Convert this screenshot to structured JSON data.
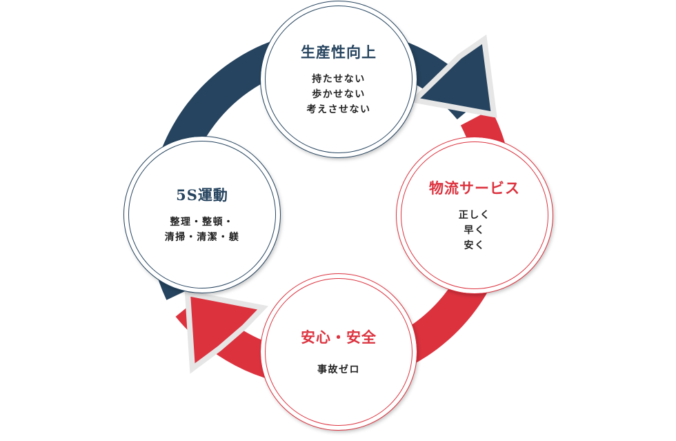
{
  "colors": {
    "navy": "#26445f",
    "red": "#dc323e",
    "arrow_outline": "#e6e6e6"
  },
  "nodes": {
    "productivity": {
      "title": "生産性向上",
      "lines": [
        "持たせない",
        "歩かせない",
        "考えさせない"
      ]
    },
    "logistics": {
      "title": "物流サービス",
      "lines": [
        "正しく",
        "早く",
        "安く"
      ]
    },
    "safety": {
      "title": "安心・安全",
      "lines": [
        "事故ゼロ"
      ]
    },
    "five_s": {
      "title": "5S運動",
      "lines": [
        "整理・整頓・",
        "清掃・清潔・躾"
      ]
    }
  }
}
